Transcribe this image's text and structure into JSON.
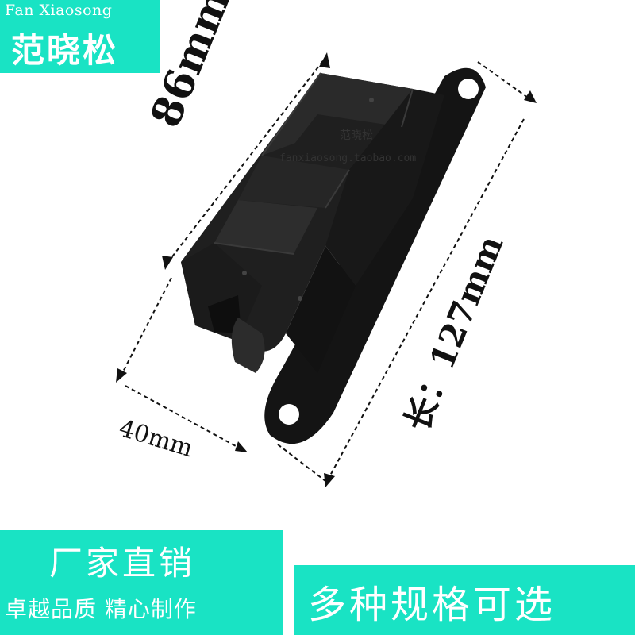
{
  "brand": {
    "name_en": "Fan Xiaosong",
    "name_cn": "范晓松"
  },
  "watermark": {
    "shop_cn": "范晓松",
    "shop_url": "fanxiaosong.taobao.com"
  },
  "dimensions": {
    "height": "86mm",
    "length": "长：127mm",
    "width": "40mm"
  },
  "promo": {
    "left_title": "厂家直销",
    "left_subtitle": "卓越品质 精心制作",
    "right_title": "多种规格可选"
  },
  "colors": {
    "accent": "#19e3c4",
    "product": "#1a1a1a"
  }
}
